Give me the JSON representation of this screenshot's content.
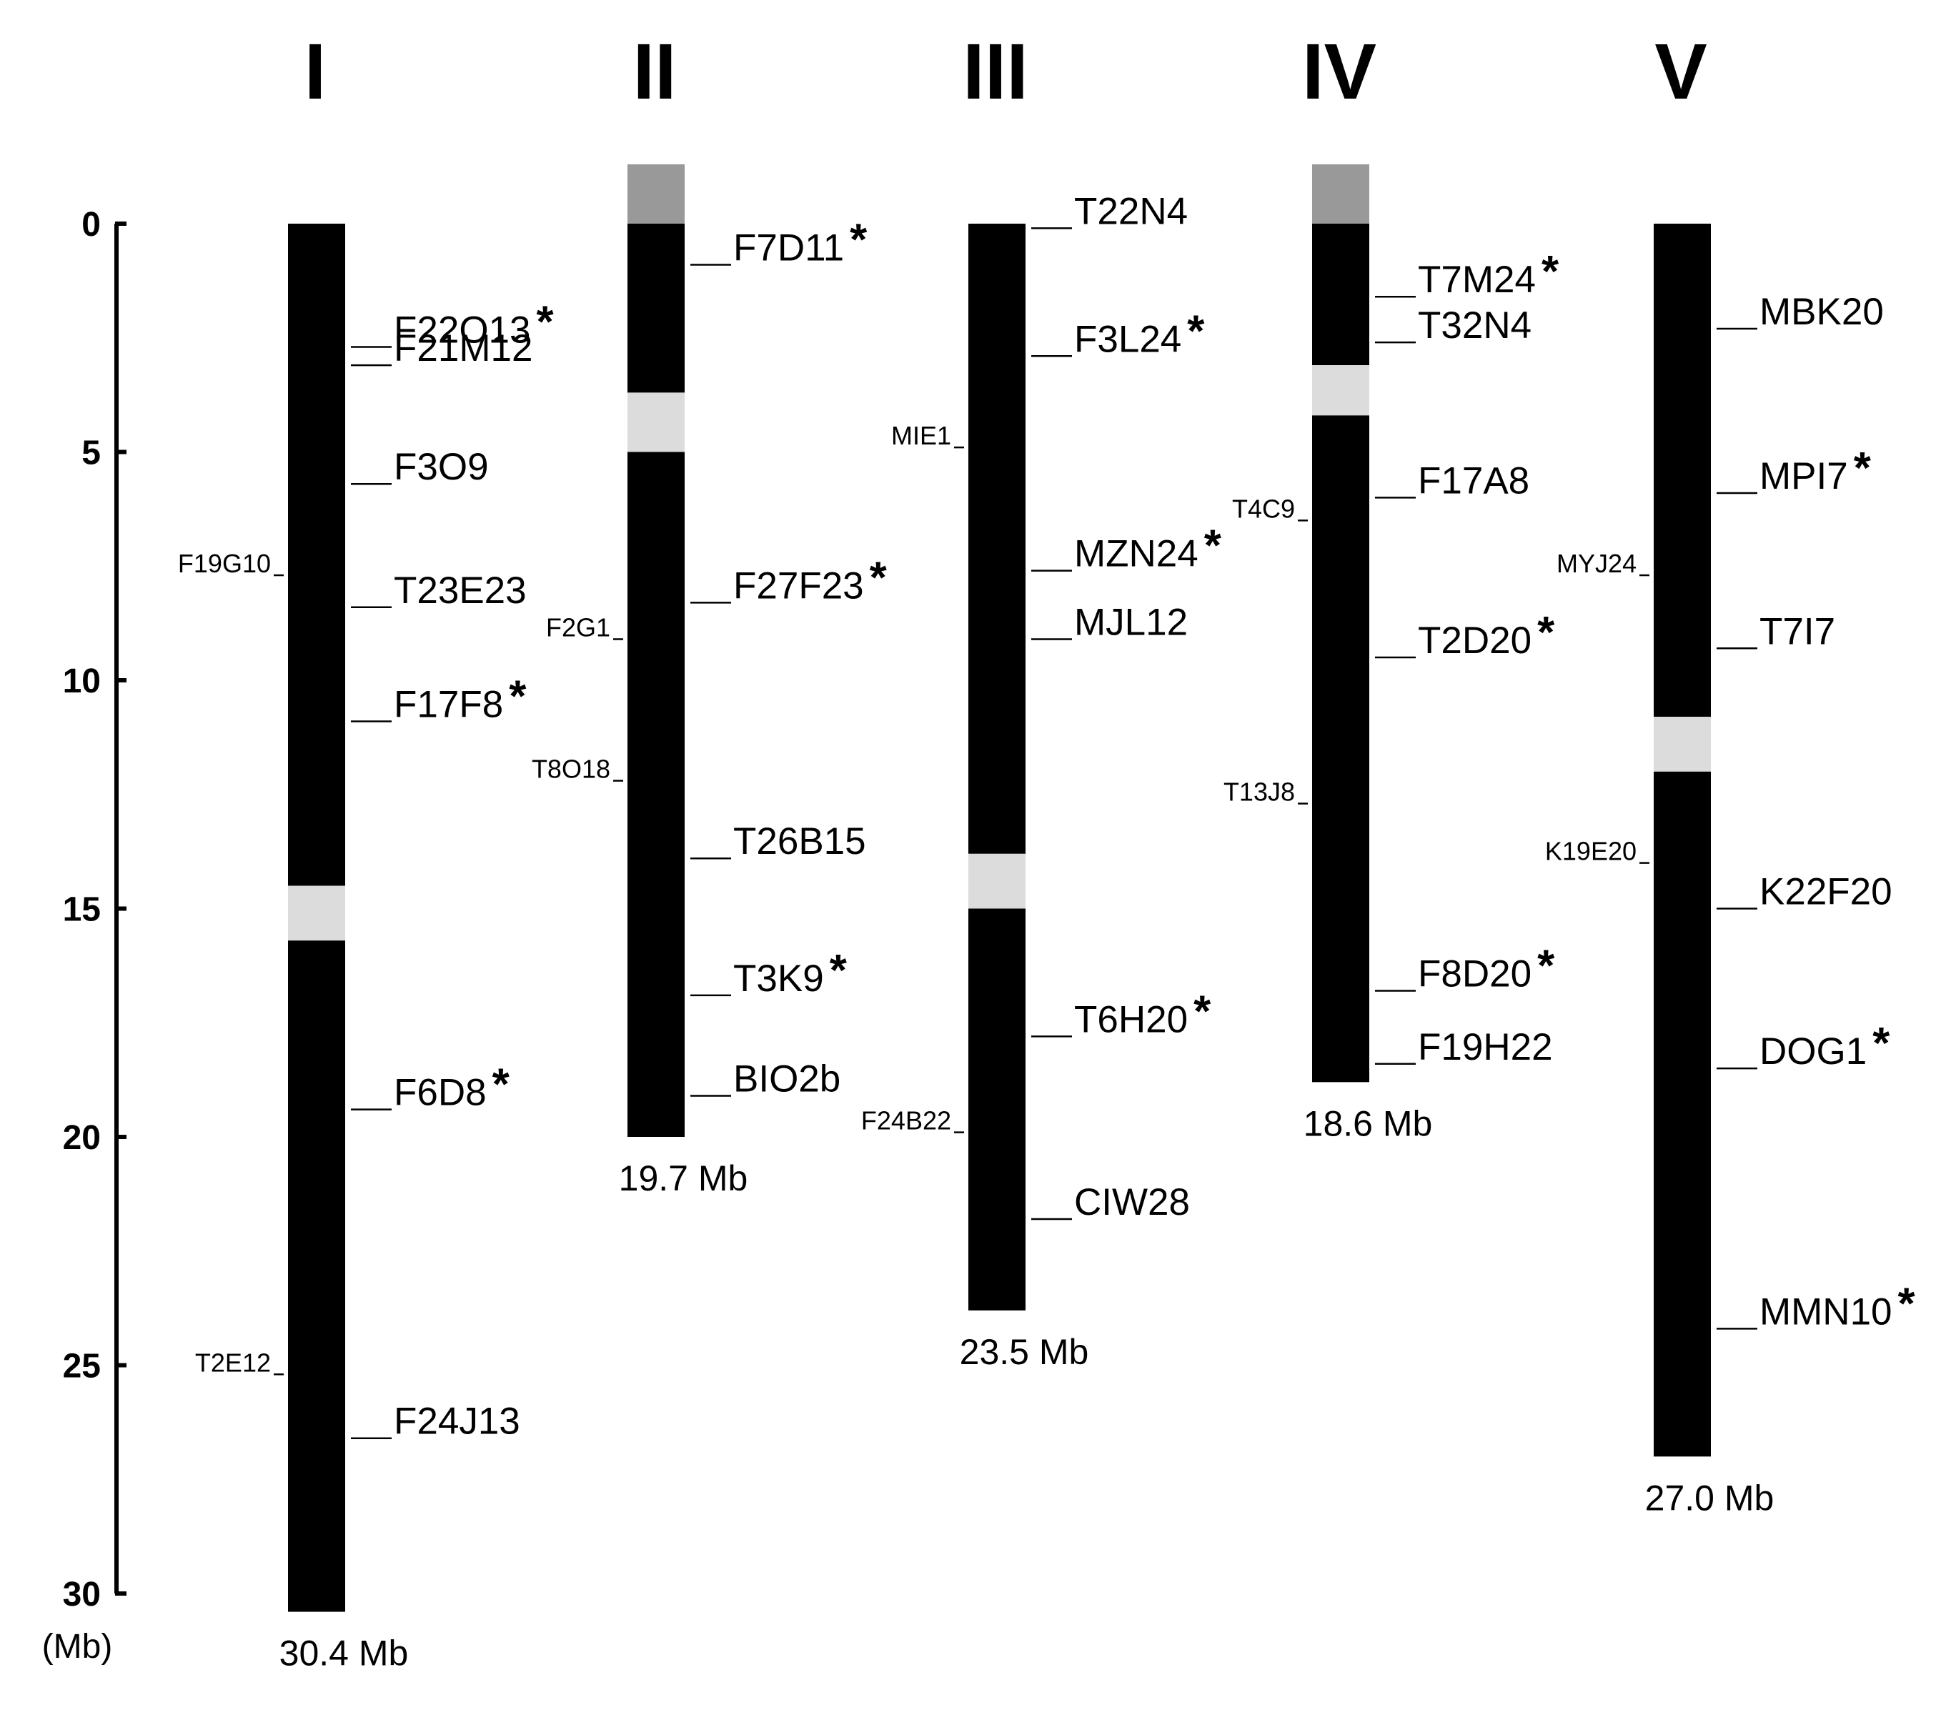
{
  "axis": {
    "ticks": [
      {
        "value": 0,
        "label": "0"
      },
      {
        "value": 5,
        "label": "5"
      },
      {
        "value": 10,
        "label": "10"
      },
      {
        "value": 15,
        "label": "15"
      },
      {
        "value": 20,
        "label": "20"
      },
      {
        "value": 25,
        "label": "25"
      },
      {
        "value": 30,
        "label": "30"
      }
    ],
    "unit_label": "(Mb)"
  },
  "colors": {
    "arm": "#000000",
    "centromere": "#dcdcdc",
    "nor": "#999999"
  },
  "chromosomes": [
    {
      "numeral": "I",
      "size_label": "30.4 Mb",
      "length": 30.4,
      "centromere": [
        14.5,
        15.7
      ],
      "nor": null,
      "right_markers": [
        {
          "name": "F22O13",
          "pos": 2.7,
          "star": true
        },
        {
          "name": "F21M12",
          "pos": 3.1,
          "star": false
        },
        {
          "name": "F3O9",
          "pos": 5.7,
          "star": false
        },
        {
          "name": "T23E23",
          "pos": 8.4,
          "star": false
        },
        {
          "name": "F17F8",
          "pos": 10.9,
          "star": true
        },
        {
          "name": "F6D8",
          "pos": 19.4,
          "star": true
        },
        {
          "name": "F24J13",
          "pos": 26.6,
          "star": false
        }
      ],
      "left_markers": [
        {
          "name": "F19G10",
          "pos": 7.7
        },
        {
          "name": "T2E12",
          "pos": 25.2
        }
      ]
    },
    {
      "numeral": "II",
      "size_label": "19.7 Mb",
      "length": 20.0,
      "centromere": [
        3.7,
        5.0
      ],
      "nor": [
        -1.3,
        0
      ],
      "right_markers": [
        {
          "name": "F7D11",
          "pos": 0.9,
          "star": true
        },
        {
          "name": "F27F23",
          "pos": 8.3,
          "star": true
        },
        {
          "name": "T26B15",
          "pos": 13.9,
          "star": false
        },
        {
          "name": "T3K9",
          "pos": 16.9,
          "star": true
        },
        {
          "name": "BIO2b",
          "pos": 19.1,
          "star": false
        }
      ],
      "left_markers": [
        {
          "name": "F2G1",
          "pos": 9.1
        },
        {
          "name": "T8O18",
          "pos": 12.2
        }
      ]
    },
    {
      "numeral": "III",
      "size_label": "23.5 Mb",
      "length": 23.8,
      "centromere": [
        13.8,
        15.0
      ],
      "nor": null,
      "right_markers": [
        {
          "name": "T22N4",
          "pos": 0.1,
          "star": false
        },
        {
          "name": "F3L24",
          "pos": 2.9,
          "star": true
        },
        {
          "name": "MZN24",
          "pos": 7.6,
          "star": true
        },
        {
          "name": "MJL12",
          "pos": 9.1,
          "star": false
        },
        {
          "name": "T6H20",
          "pos": 17.8,
          "star": true
        },
        {
          "name": "CIW28",
          "pos": 21.8,
          "star": false
        }
      ],
      "left_markers": [
        {
          "name": "MIE1",
          "pos": 4.9
        },
        {
          "name": "F24B22",
          "pos": 19.9
        }
      ]
    },
    {
      "numeral": "IV",
      "size_label": "18.6 Mb",
      "length": 18.8,
      "centromere": [
        3.1,
        4.2
      ],
      "nor": [
        -1.3,
        0
      ],
      "right_markers": [
        {
          "name": "T7M24",
          "pos": 1.6,
          "star": true
        },
        {
          "name": "T32N4",
          "pos": 2.6,
          "star": false
        },
        {
          "name": "F17A8",
          "pos": 6.0,
          "star": false
        },
        {
          "name": "T2D20",
          "pos": 9.5,
          "star": true
        },
        {
          "name": "F8D20",
          "pos": 16.8,
          "star": true
        },
        {
          "name": "F19H22",
          "pos": 18.4,
          "star": false
        }
      ],
      "left_markers": [
        {
          "name": "T4C9",
          "pos": 6.5
        },
        {
          "name": "T13J8",
          "pos": 12.7
        }
      ]
    },
    {
      "numeral": "V",
      "size_label": "27.0 Mb",
      "length": 27.0,
      "centromere": [
        10.8,
        12.0
      ],
      "nor": null,
      "right_markers": [
        {
          "name": "MBK20",
          "pos": 2.3,
          "star": false
        },
        {
          "name": "MPI7",
          "pos": 5.9,
          "star": true
        },
        {
          "name": "T7I7",
          "pos": 9.3,
          "star": false
        },
        {
          "name": "K22F20",
          "pos": 15.0,
          "star": false
        },
        {
          "name": "DOG1",
          "pos": 18.5,
          "star": true
        },
        {
          "name": "MMN10",
          "pos": 24.2,
          "star": true
        }
      ],
      "left_markers": [
        {
          "name": "MYJ24",
          "pos": 7.7
        },
        {
          "name": "K19E20",
          "pos": 14.0
        }
      ]
    }
  ]
}
